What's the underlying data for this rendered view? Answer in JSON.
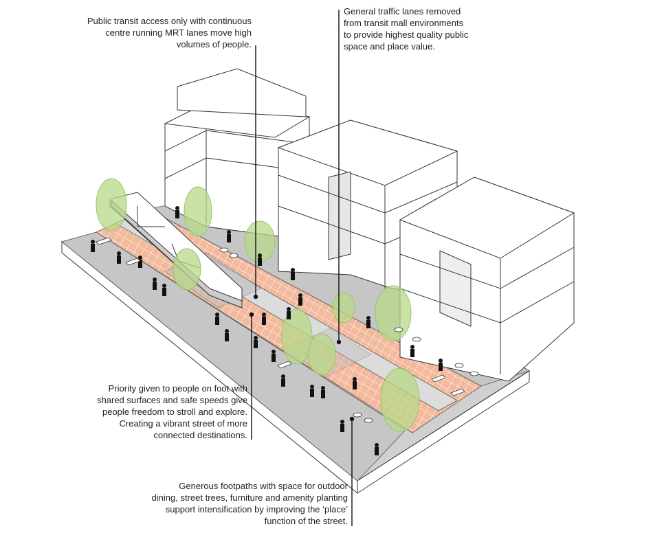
{
  "callouts": {
    "transit": {
      "lines": [
        "Public transit access only with continuous",
        "centre running MRT lanes move high",
        "volumes of people."
      ]
    },
    "traffic": {
      "lines": [
        "General traffic lanes removed",
        "from transit mall environments",
        "to provide highest quality public",
        "space and place value."
      ]
    },
    "priority": {
      "lines": [
        "Priority given to people on foot with",
        "shared surfaces and safe speeds give",
        "people freedom to stroll and explore.",
        "Creating a vibrant street of more",
        "connected destinations."
      ]
    },
    "footpaths": {
      "lines": [
        "Generous footpaths with space for outdoor",
        "dining, street trees, furniture and amenity planting",
        "support intensification by improving the ‘place’",
        "function of the street."
      ]
    }
  },
  "colors": {
    "shared_surface": "#f2b99c",
    "footpath": "#c9c9c9",
    "tree": "#b7d98a",
    "buildings": "#ffffff",
    "outline": "#333333",
    "leader": "#111111"
  }
}
